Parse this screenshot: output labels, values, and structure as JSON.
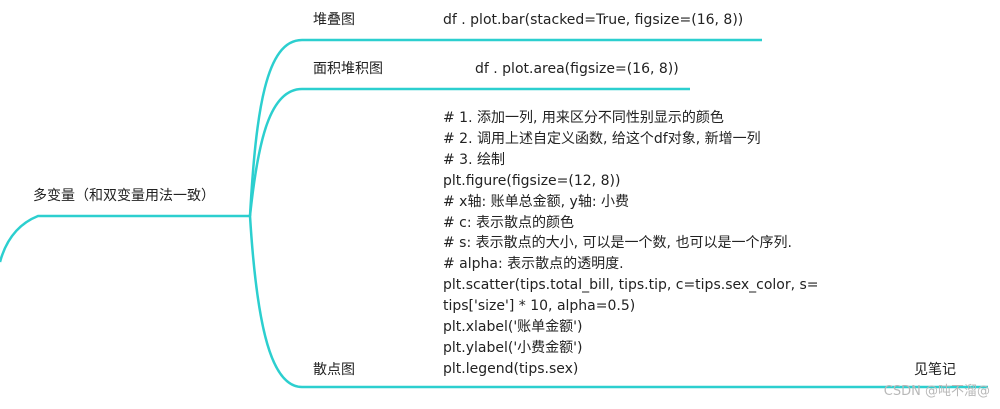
{
  "root": {
    "label": "多变量（和双变量用法一致）"
  },
  "branches": [
    {
      "label": "堆叠图",
      "detail": "df . plot.bar(stacked=True, figsize=(16, 8))"
    },
    {
      "label": "面积堆积图",
      "detail": "df . plot.area(figsize=(16, 8))"
    },
    {
      "label": "散点图",
      "code_lines": [
        "# 1. 添加一列, 用来区分不同性别显示的颜色",
        "# 2. 调用上述自定义函数, 给这个df对象, 新增一列",
        "# 3. 绘制",
        "plt.figure(figsize=(12, 8))",
        "# x轴: 账单总金额, y轴: 小费",
        "# c: 表示散点的颜色",
        "# s: 表示散点的大小, 可以是一个数, 也可以是一个序列.",
        "# alpha: 表示散点的透明度.",
        "plt.scatter(tips.total_bill, tips.tip, c=tips.sex_color, s=",
        "tips['size'] * 10, alpha=0.5)",
        "plt.xlabel('账单金额')",
        "plt.ylabel('小费金额')",
        "plt.legend(tips.sex)"
      ],
      "note": "见笔记"
    }
  ],
  "watermark": "CSDN @吨不溜@",
  "colors": {
    "connector": "#2ccfcf"
  }
}
